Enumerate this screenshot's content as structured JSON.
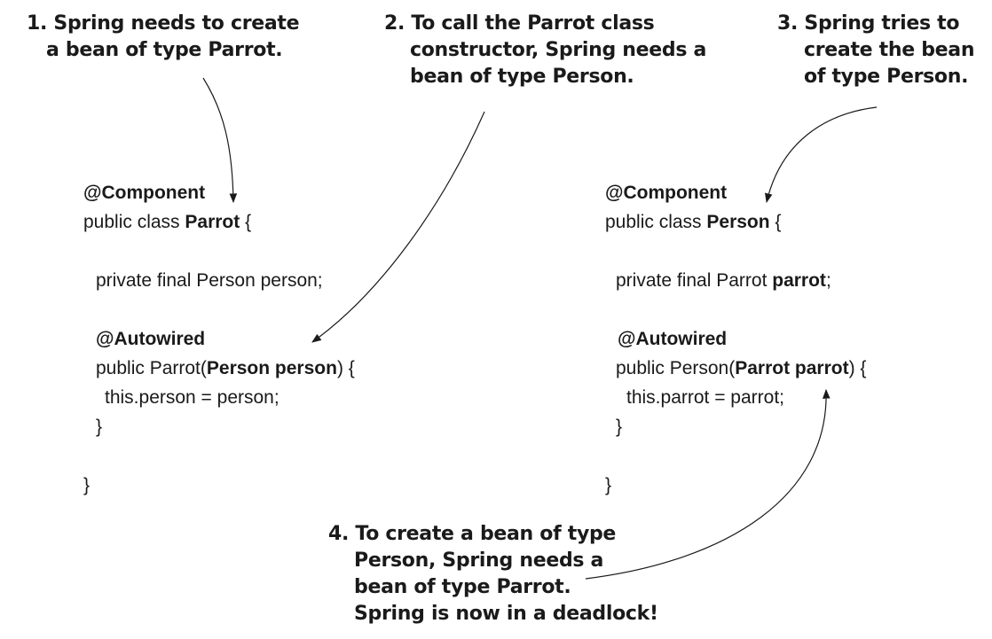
{
  "callouts": {
    "c1": [
      "1. Spring needs to create",
      "a bean of type Parrot."
    ],
    "c2": [
      "2. To call the Parrot class",
      "constructor, Spring needs a",
      "bean of type Person."
    ],
    "c3": [
      "3. Spring tries to",
      "create the bean",
      "of type Person."
    ],
    "c4": [
      "4. To create a bean of type",
      "Person, Spring needs a",
      "bean of type Parrot.",
      "Spring is now in a deadlock!"
    ]
  },
  "parrot_code": {
    "annotation": "@Component",
    "class_prefix": "public class ",
    "class_name": "Parrot",
    "class_suffix": " {",
    "field": "private final Person person;",
    "autowired": "@Autowired",
    "ctor_prefix": "public Parrot(",
    "ctor_param": "Person person",
    "ctor_suffix": ") {",
    "assign": "this.person = person;",
    "close_inner": "}",
    "close_outer": "}"
  },
  "person_code": {
    "annotation": "@Component",
    "class_prefix": "public class ",
    "class_name": "Person",
    "class_suffix": " {",
    "field_prefix": "private final Parrot ",
    "field_name": "parrot",
    "field_suffix": ";",
    "autowired": "@Autowired",
    "ctor_prefix": "public Person(",
    "ctor_param": "Parrot parrot",
    "ctor_suffix": ") {",
    "assign": "this.parrot = parrot;",
    "close_inner": "}",
    "close_outer": "}"
  },
  "colors": {
    "text": "#1a1a1a",
    "arrow": "#1a1a1a",
    "background": "#ffffff"
  }
}
